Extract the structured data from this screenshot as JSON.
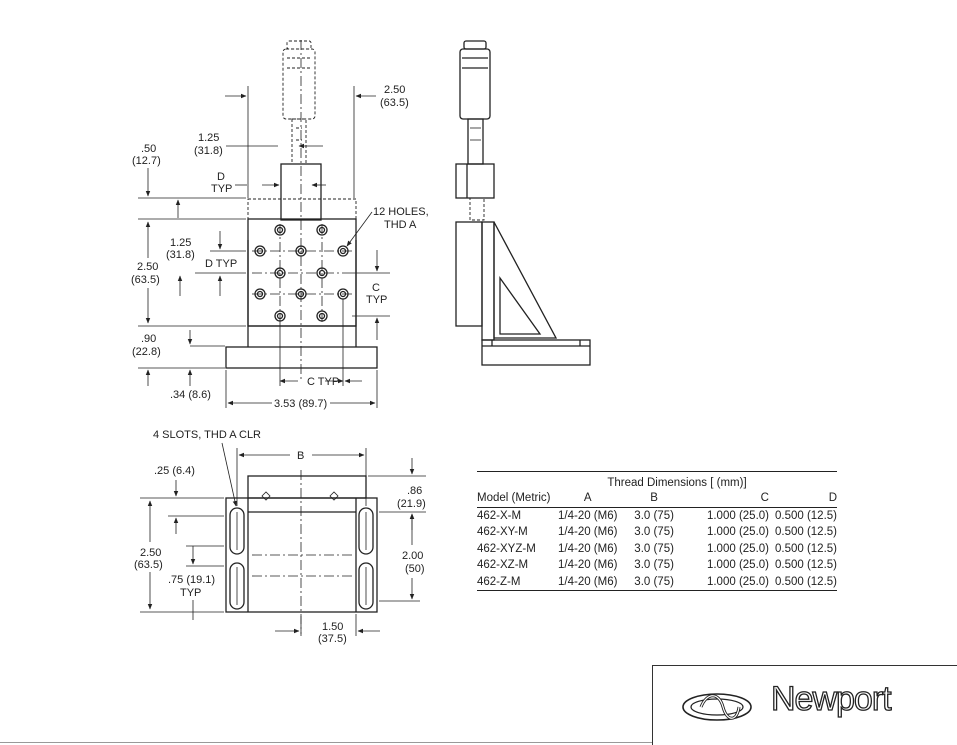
{
  "labels": {
    "dim_top_width": "2.50",
    "dim_top_width_mm": "(63.5)",
    "dim_125_a": "1.25",
    "dim_125_a_mm": "(31.8)",
    "dim_50": ".50",
    "dim_50_mm": "(12.7)",
    "dim_d": "D",
    "dim_d_typ": "TYP",
    "holes_note_1": "12 HOLES,",
    "holes_note_2": "THD A",
    "dim_125_b": "1.25",
    "dim_125_b_mm": "(31.8)",
    "dim_d_typ_b": "D TYP",
    "dim_250_h": "2.50",
    "dim_250_h_mm": "(63.5)",
    "dim_c": "C",
    "dim_c_typ": "TYP",
    "dim_90": ".90",
    "dim_90_mm": "(22.8)",
    "dim_34": ".34 (8.6)",
    "dim_c_typ_bottom": "C TYP",
    "dim_353": "3.53 (89.7)",
    "slots_note": "4 SLOTS, THD A CLR",
    "dim_b": "B",
    "dim_25": ".25 (6.4)",
    "dim_86": ".86",
    "dim_86_mm": "(21.9)",
    "dim_250_p": "2.50",
    "dim_250_p_mm": "(63.5)",
    "dim_200": "2.00",
    "dim_200_mm": "(50)",
    "dim_75": ".75 (19.1)",
    "dim_75_typ": "TYP",
    "dim_150": "1.50",
    "dim_150_mm": "(37.5)"
  },
  "thread_table": {
    "title": "Thread Dimensions [ (mm)]",
    "headers": [
      "Model (Metric)",
      "A",
      "B",
      "C",
      "D"
    ],
    "rows": [
      [
        "462-X-M",
        "1/4-20 (M6)",
        "3.0 (75)",
        "1.000 (25.0)",
        "0.500 (12.5)"
      ],
      [
        "462-XY-M",
        "1/4-20 (M6)",
        "3.0 (75)",
        "1.000 (25.0)",
        "0.500 (12.5)"
      ],
      [
        "462-XYZ-M",
        "1/4-20 (M6)",
        "3.0 (75)",
        "1.000 (25.0)",
        "0.500 (12.5)"
      ],
      [
        "462-XZ-M",
        "1/4-20 (M6)",
        "3.0 (75)",
        "1.000 (25.0)",
        "0.500 (12.5)"
      ],
      [
        "462-Z-M",
        "1/4-20 (M6)",
        "3.0 (75)",
        "1.000 (25.0)",
        "0.500 (12.5)"
      ]
    ]
  },
  "logo": {
    "brand": "Newport",
    "icon": "newport-swirl-logo-icon"
  },
  "colors": {
    "line": "#222222",
    "background": "#ffffff"
  }
}
